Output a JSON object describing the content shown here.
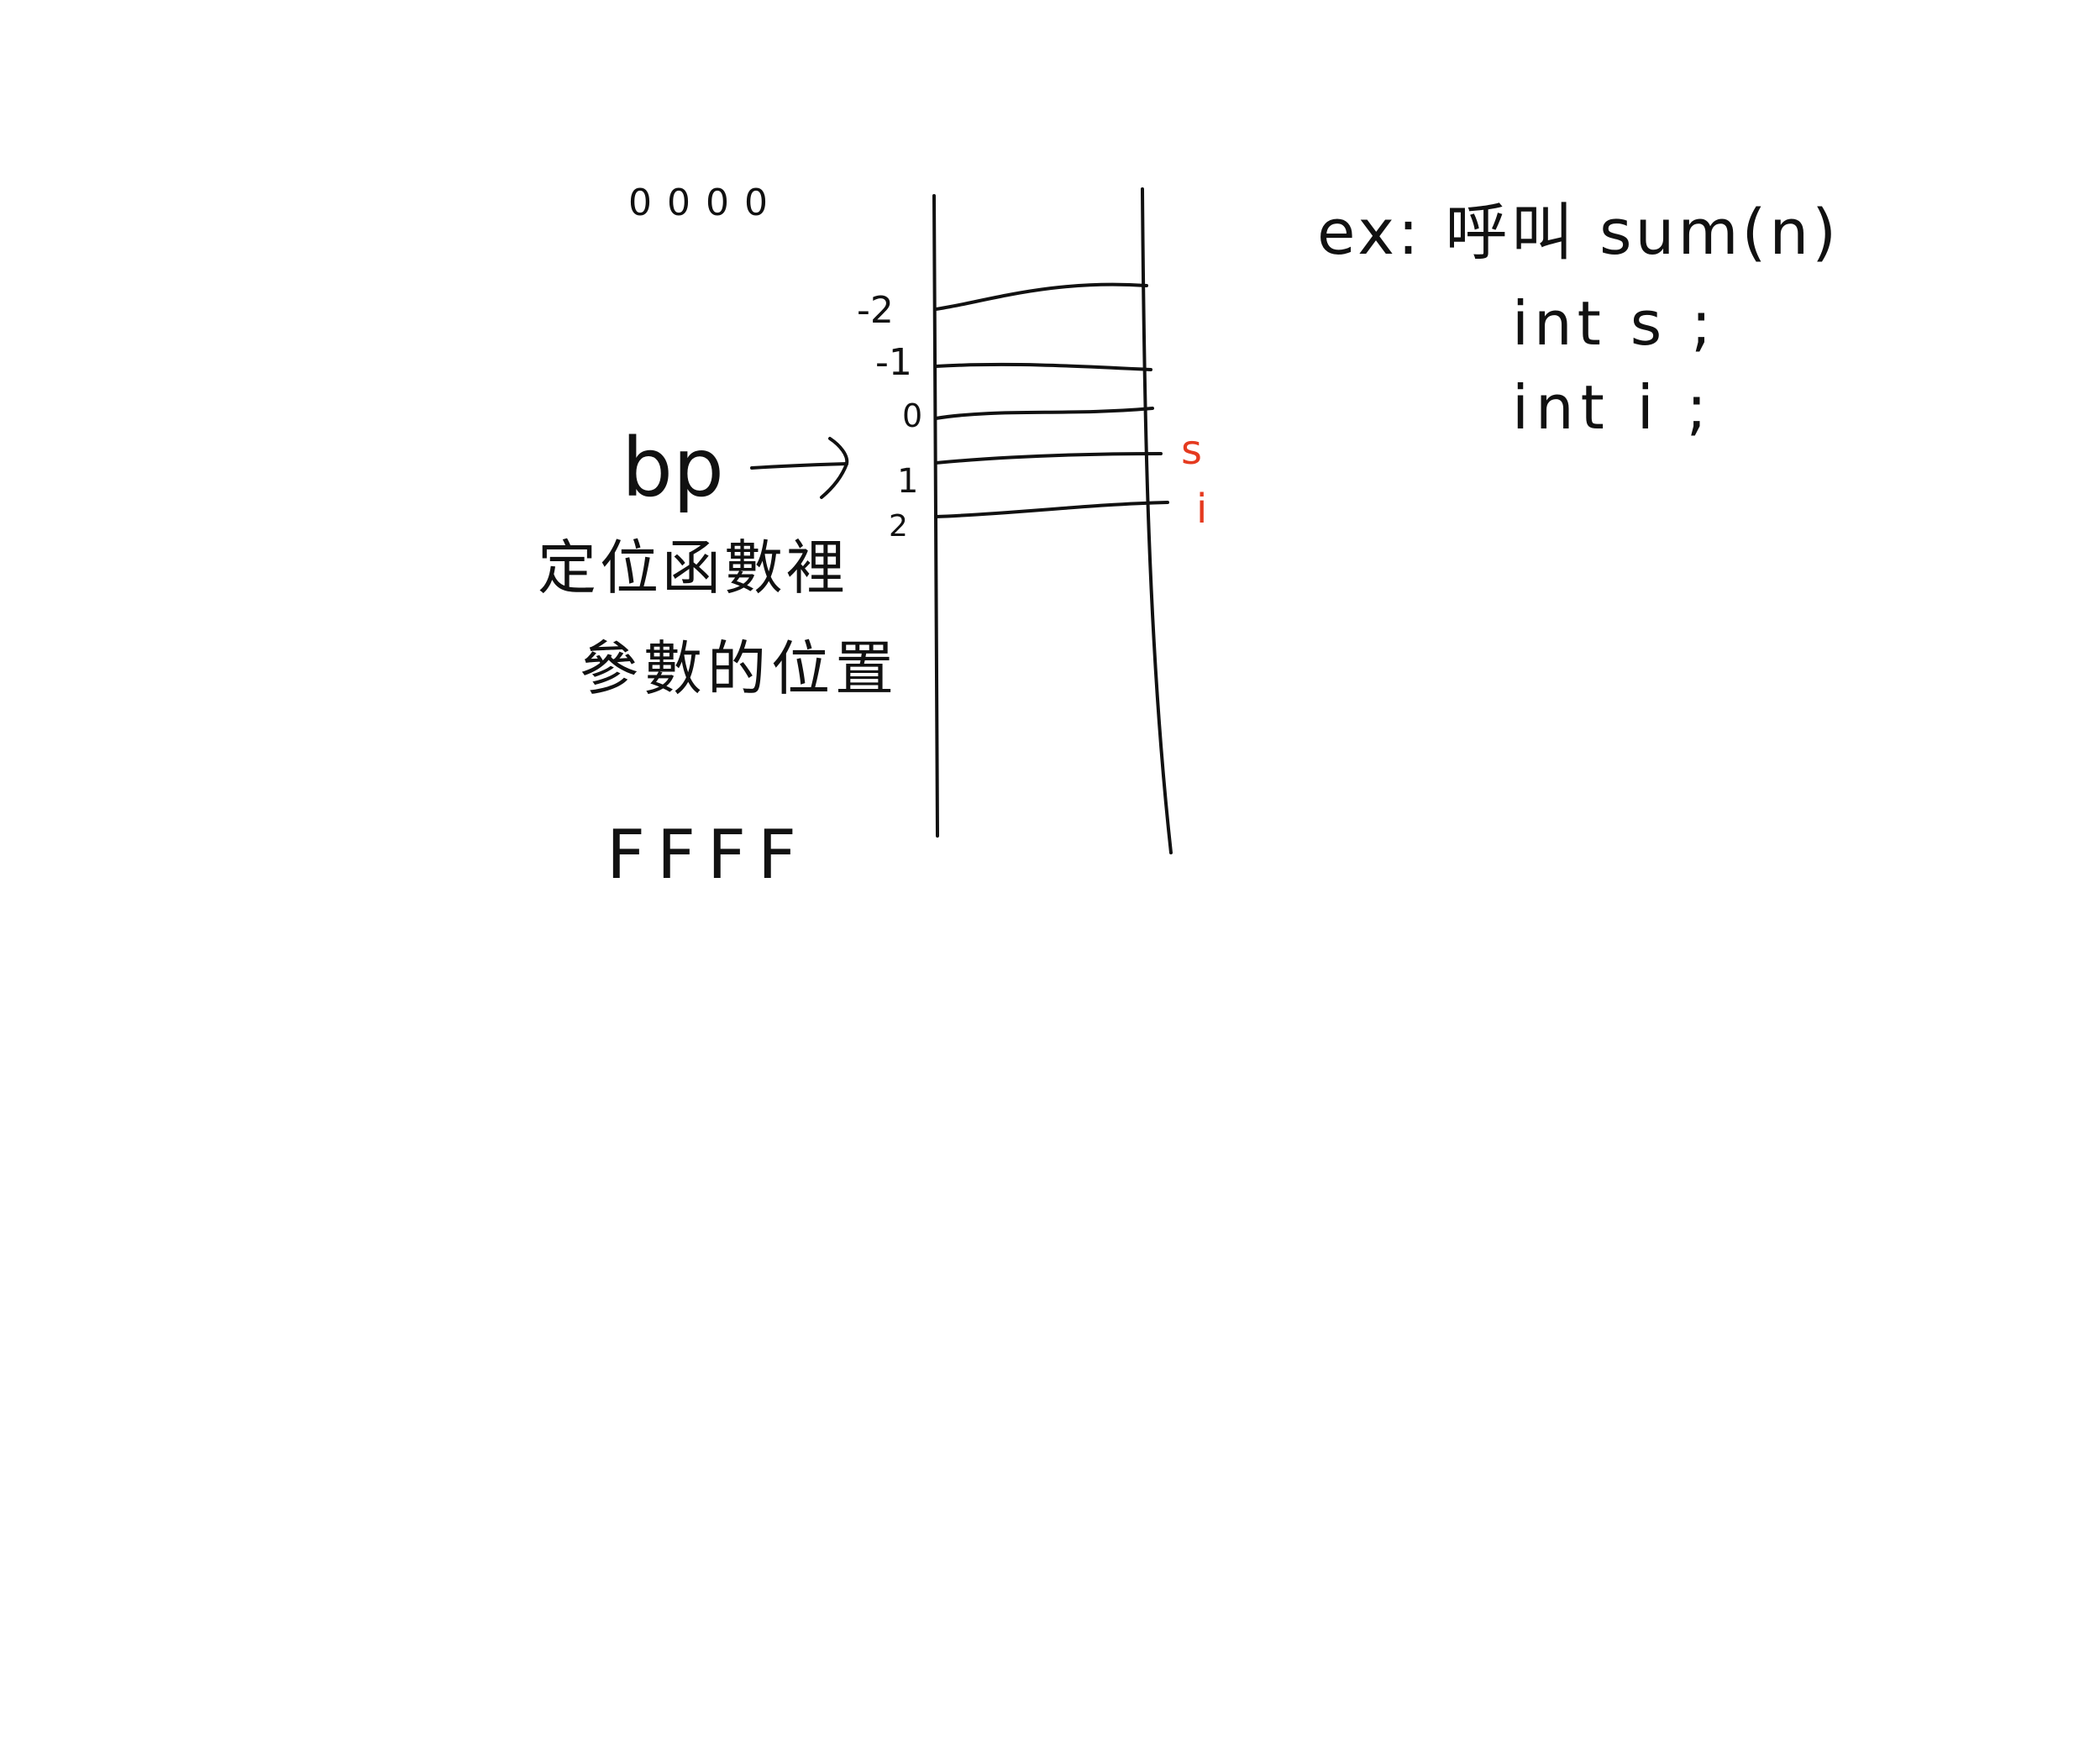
{
  "diagram": {
    "address_top": "0000",
    "address_bottom": "FFFF",
    "bp_label": "bp",
    "note_line1": "定位函數裡",
    "note_line2": "參數的位置",
    "offsets": [
      "-2",
      "-1",
      "0",
      "1",
      "2"
    ],
    "slot_labels": [
      "s",
      "i"
    ],
    "example": {
      "line1": "ex: 呼叫 sum(n)",
      "line2": "int s ;",
      "line3": "int i ;"
    },
    "colors": {
      "ink": "#111111",
      "accent": "#e53a1f"
    }
  }
}
